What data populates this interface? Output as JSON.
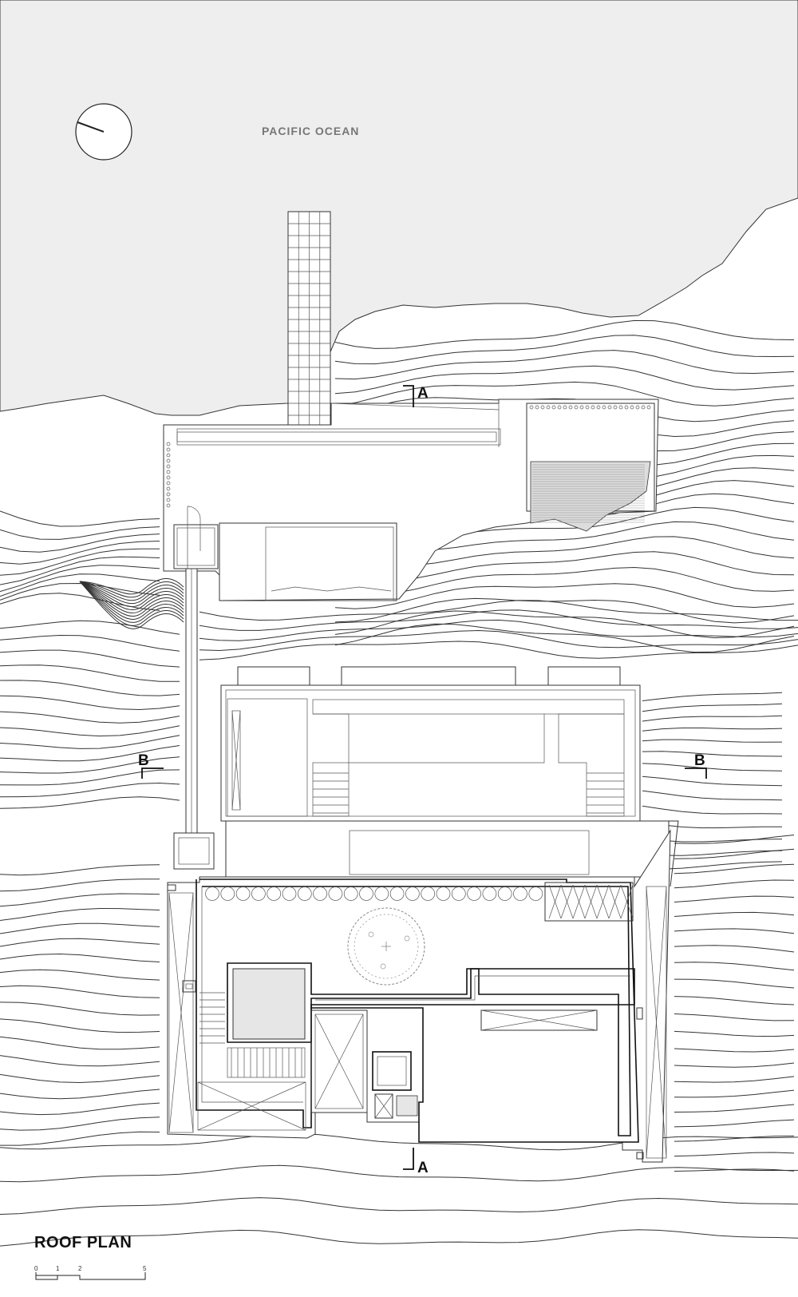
{
  "drawing": {
    "ocean_label": "PACIFIC OCEAN",
    "title": "ROOF PLAN",
    "section_labels": {
      "a_top": "A",
      "a_bottom": "A",
      "b_left": "B",
      "b_right": "B"
    },
    "scale_bar": {
      "ticks": [
        "0",
        "1",
        "2",
        "5"
      ]
    },
    "colors": {
      "ocean": "#eeeeee",
      "line": "#333333",
      "background": "#ffffff"
    },
    "icons": [
      "north-arrow-icon",
      "tree-icon"
    ]
  }
}
